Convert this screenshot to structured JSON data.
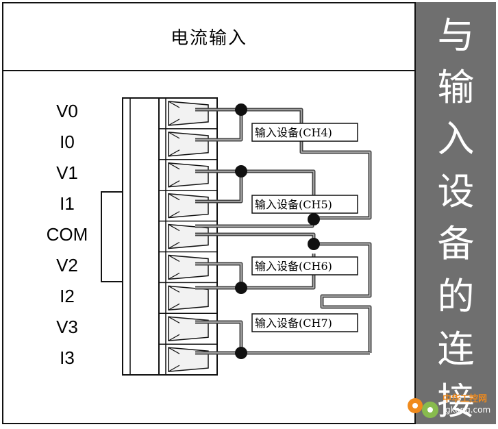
{
  "title": "电流输入",
  "sidebar_chars": [
    "与",
    "输",
    "入",
    "设",
    "备",
    "的",
    "连",
    "接"
  ],
  "terminals": [
    "V0",
    "I0",
    "V1",
    "I1",
    "COM",
    "V2",
    "I2",
    "V3",
    "I3"
  ],
  "devices": [
    "输入设备(CH4)",
    "输入设备(CH5)",
    "输入设备(CH6)",
    "输入设备(CH7)"
  ],
  "watermark": {
    "line1": "中华工控网",
    "line2": "gkong.com"
  },
  "colors": {
    "wire": "#444444",
    "sidebar": "#6f6f6f",
    "terminal_fill": "#f2f2f2"
  }
}
